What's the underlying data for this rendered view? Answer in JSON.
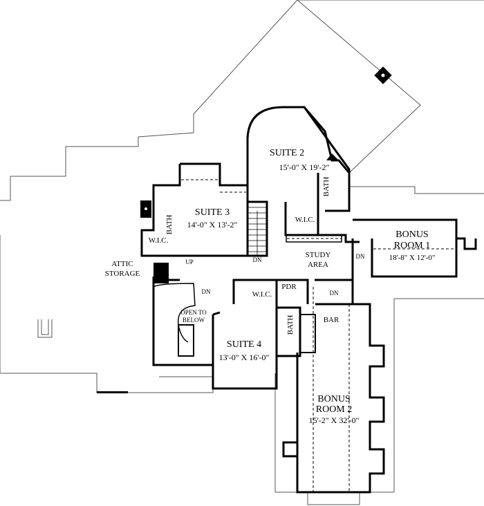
{
  "rooms": {
    "suite2": {
      "name": "SUITE 2",
      "dims": "15'-0\" X 19'-2\""
    },
    "suite3": {
      "name": "SUITE 3",
      "dims": "14'-0\" X 13'-2\""
    },
    "suite4": {
      "name": "SUITE 4",
      "dims": "13'-0\" X 16'-0\""
    },
    "bonus1": {
      "line1": "BONUS",
      "line2": "ROOM 1",
      "dims": "18'-8\" X 12'-0\""
    },
    "bonus2": {
      "line1": "BONUS",
      "line2": "ROOM 2",
      "dims": "15'-2\" X 32'-0\""
    },
    "study": {
      "line1": "STUDY",
      "line2": "AREA"
    },
    "attic": {
      "line1": "ATTIC",
      "line2": "STORAGE"
    },
    "open": {
      "line1": "OPEN TO",
      "line2": "BELOW"
    },
    "bath_suite3": "BATH",
    "bath_suite2": "BATH",
    "bath_suite4": "BATH",
    "wic_suite3": "W.I.C.",
    "wic_suite2": "W.I.C.",
    "wic_suite4": "W.I.C.",
    "pdr": "PDR",
    "bar": "BAR"
  },
  "stairs": {
    "up": "UP",
    "dn_main": "DN",
    "dn_spiral": "DN",
    "dn_bonus1": "DN",
    "dn_bar": "DN"
  }
}
